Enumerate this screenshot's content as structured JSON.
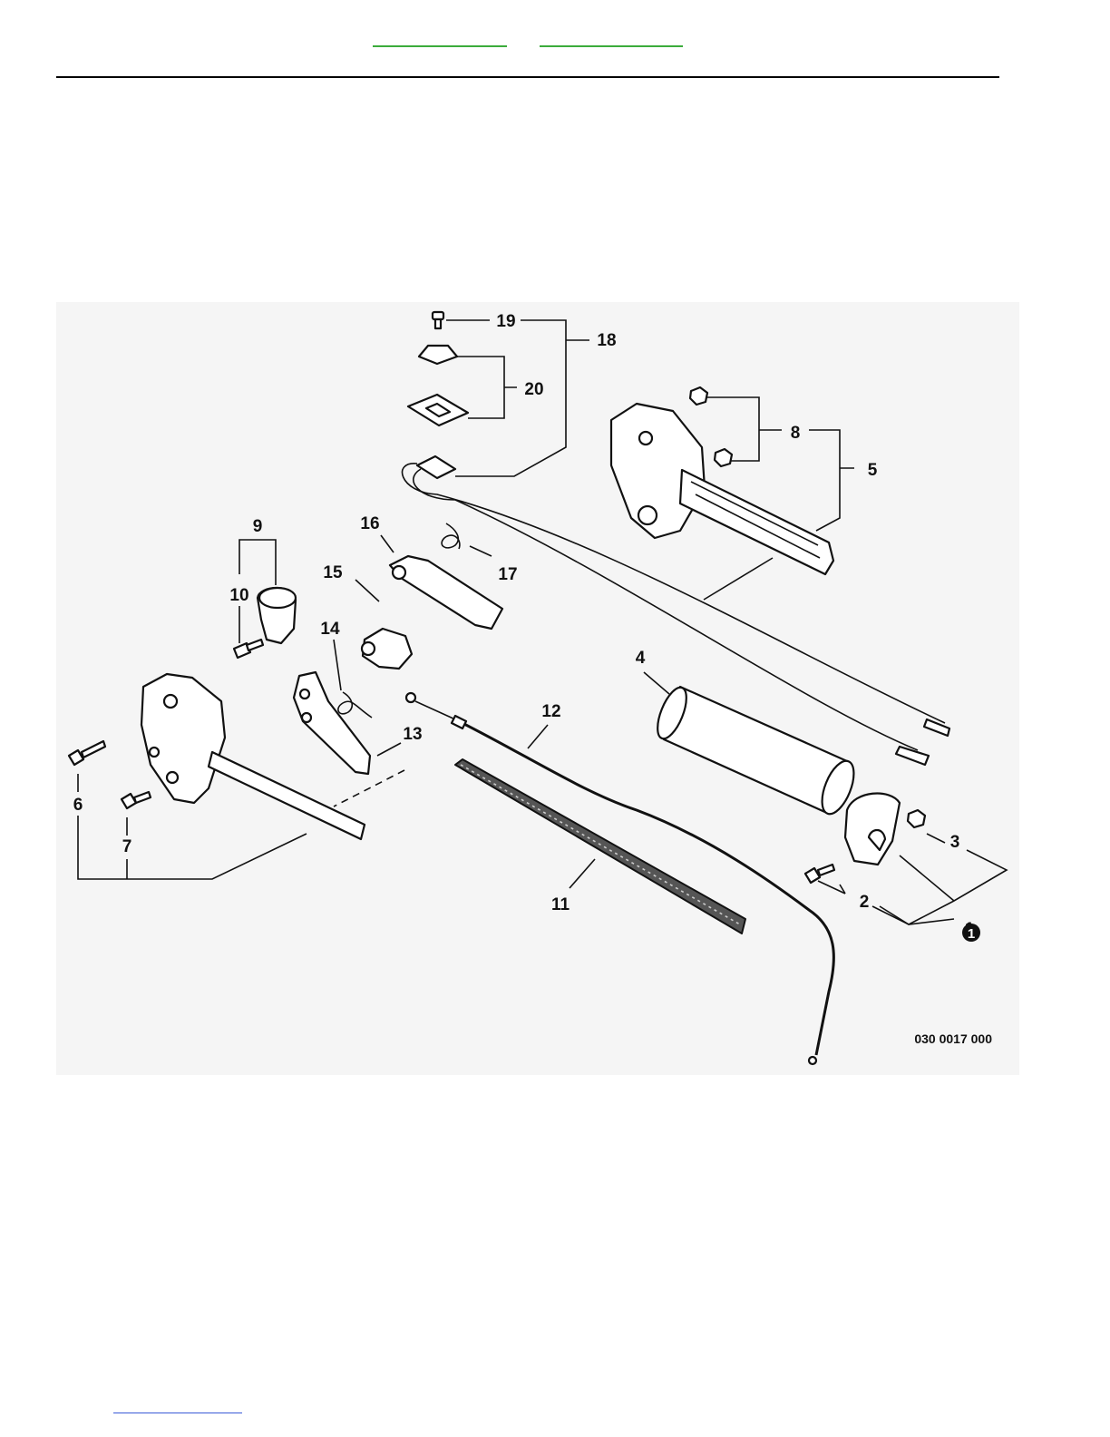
{
  "nav": {
    "top_links": [
      "",
      ""
    ],
    "bottom_link": ""
  },
  "diagram": {
    "drawing_code": "030 0017 000",
    "note_marker": "1",
    "callouts": [
      "1",
      "2",
      "3",
      "4",
      "5",
      "6",
      "7",
      "8",
      "9",
      "10",
      "11",
      "12",
      "13",
      "14",
      "15",
      "16",
      "17",
      "18",
      "19",
      "20"
    ]
  },
  "colors": {
    "link_green": "#3cac3c",
    "link_blue": "#3a5ad8",
    "rule": "#000000",
    "diagram_background": "#f5f5f5"
  }
}
